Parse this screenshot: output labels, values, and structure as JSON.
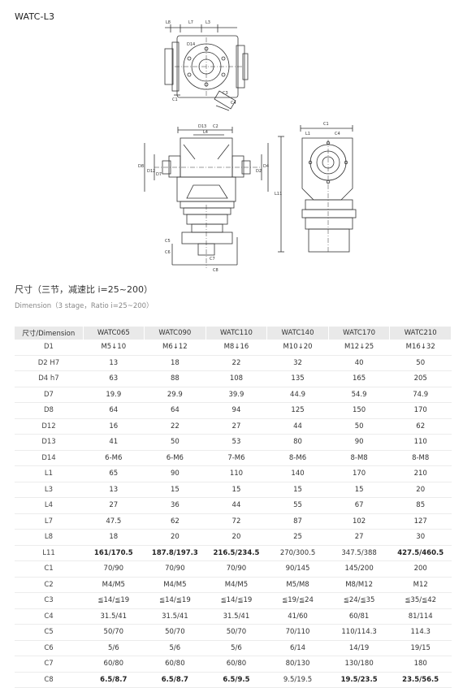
{
  "model": "WATC-L3",
  "heading_cn": "尺寸（三节，减速比 i=25~200）",
  "heading_en": "Dimension（3 stage，Ratio i=25~200）",
  "drawing_labels": {
    "top": [
      "L8",
      "L7",
      "L3",
      "D14",
      "C3",
      "C4",
      "C1"
    ],
    "front": [
      "D13",
      "C2",
      "L4",
      "D8",
      "D12",
      "D7",
      "D4",
      "D2",
      "C5",
      "C6",
      "C7",
      "C8"
    ],
    "side": [
      "C1",
      "L1",
      "L11",
      "C4"
    ]
  },
  "table": {
    "headers": [
      "尺寸/Dimension",
      "WATC065",
      "WATC090",
      "WATC110",
      "WATC140",
      "WATC170",
      "WATC210"
    ],
    "rows": [
      [
        "D1",
        "M5↓10",
        "M6↓12",
        "M8↓16",
        "M10↓20",
        "M12↓25",
        "M16↓32"
      ],
      [
        "D2 H7",
        "13",
        "18",
        "22",
        "32",
        "40",
        "50"
      ],
      [
        "D4 h7",
        "63",
        "88",
        "108",
        "135",
        "165",
        "205"
      ],
      [
        "D7",
        "19.9",
        "29.9",
        "39.9",
        "44.9",
        "54.9",
        "74.9"
      ],
      [
        "D8",
        "64",
        "64",
        "94",
        "125",
        "150",
        "170"
      ],
      [
        "D12",
        "16",
        "22",
        "27",
        "44",
        "50",
        "62"
      ],
      [
        "D13",
        "41",
        "50",
        "53",
        "80",
        "90",
        "110"
      ],
      [
        "D14",
        "6-M6",
        "6-M6",
        "7-M6",
        "8-M6",
        "8-M8",
        "8-M8"
      ],
      [
        "L1",
        "65",
        "90",
        "110",
        "140",
        "170",
        "210"
      ],
      [
        "L3",
        "13",
        "15",
        "15",
        "15",
        "15",
        "20"
      ],
      [
        "L4",
        "27",
        "36",
        "44",
        "55",
        "67",
        "85"
      ],
      [
        "L7",
        "47.5",
        "62",
        "72",
        "87",
        "102",
        "127"
      ],
      [
        "L8",
        "18",
        "20",
        "20",
        "25",
        "27",
        "30"
      ],
      [
        "L11",
        "161/170.5",
        "187.8/197.3",
        "216.5/234.5",
        "270/300.5",
        "347.5/388",
        "427.5/460.5"
      ],
      [
        "C1",
        "70/90",
        "70/90",
        "70/90",
        "90/145",
        "145/200",
        "200"
      ],
      [
        "C2",
        "M4/M5",
        "M4/M5",
        "M4/M5",
        "M5/M8",
        "M8/M12",
        "M12"
      ],
      [
        "C3",
        "≦14/≦19",
        "≦14/≦19",
        "≦14/≦19",
        "≦19/≦24",
        "≦24/≦35",
        "≦35/≦42"
      ],
      [
        "C4",
        "31.5/41",
        "31.5/41",
        "31.5/41",
        "41/60",
        "60/81",
        "81/114"
      ],
      [
        "C5",
        "50/70",
        "50/70",
        "50/70",
        "70/110",
        "110/114.3",
        "114.3"
      ],
      [
        "C6",
        "5/6",
        "5/6",
        "5/6",
        "6/14",
        "14/19",
        "19/15"
      ],
      [
        "C7",
        "60/80",
        "60/80",
        "60/80",
        "80/130",
        "130/180",
        "180"
      ],
      [
        "C8",
        "6.5/8.7",
        "6.5/8.7",
        "6.5/9.5",
        "9.5/19.5",
        "19.5/23.5",
        "23.5/56.5"
      ]
    ]
  }
}
